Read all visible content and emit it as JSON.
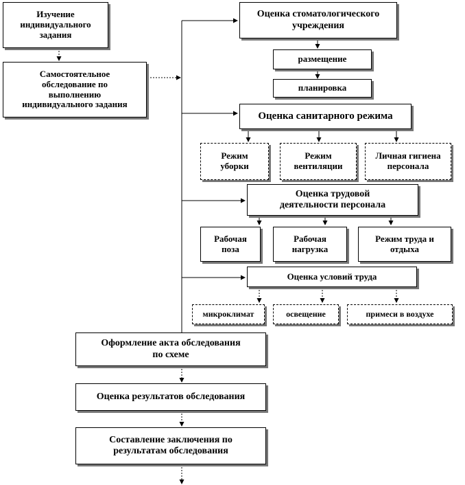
{
  "flow": {
    "study": "Изучение\nиндивидуального\nзадания",
    "self_survey": "Самостоятельное\nобследование по\nвыполнению\nиндивидуального задания",
    "act": "Оформление  акта  обследования\nпо схеме",
    "results": "Оценка  результатов  обследования",
    "conclusion": "Составление  заключения  по\nрезультатам  обследования"
  },
  "dental": {
    "title": "Оценка  стоматологического\nучреждения",
    "placement": "размещение",
    "layout": "планировка"
  },
  "sanitary": {
    "title": "Оценка санитарного режима",
    "cleaning": "Режим\nуборки",
    "ventilation": "Режим\nвентиляции",
    "hygiene": "Личная  гигиена\nперсонала"
  },
  "labor": {
    "title": "Оценка  трудовой\nдеятельности  персонала",
    "posture": "Рабочая\nпоза",
    "load": "Рабочая\nнагрузка",
    "regime": "Режим  труда  и\nотдыха"
  },
  "conditions": {
    "title": "Оценка  условий  труда",
    "microclimate": "микроклимат",
    "lighting": "освещение",
    "air": "примеси в воздухе"
  }
}
